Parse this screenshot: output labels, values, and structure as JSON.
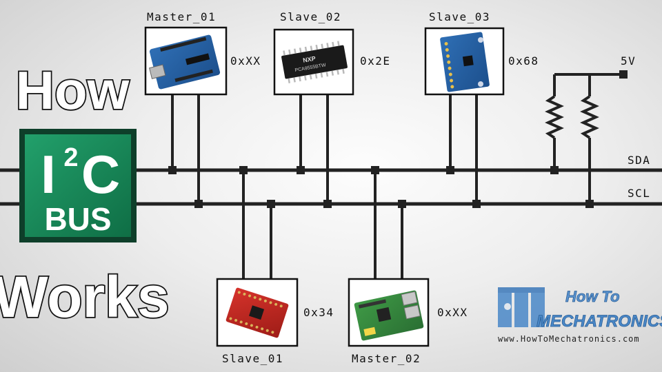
{
  "title": {
    "line1": "How",
    "line2": "Works"
  },
  "logo": {
    "i2c_letters": "I",
    "i2c_superscript": "2",
    "i2c_c": "C",
    "bus": "BUS"
  },
  "bus_lines": {
    "sda": "SDA",
    "scl": "SCL",
    "supply": "5V"
  },
  "devices": [
    {
      "name": "Master_01",
      "address": "0xXX"
    },
    {
      "name": "Slave_02",
      "address": "0x2E"
    },
    {
      "name": "Slave_03",
      "address": "0x68"
    },
    {
      "name": "Slave_01",
      "address": "0x34"
    },
    {
      "name": "Master_02",
      "address": "0xXX"
    }
  ],
  "chip_text": {
    "brand": "NXP",
    "part": "PCA9555BTW"
  },
  "watermark": {
    "line1": "How To",
    "line2": "MECHATRONICS",
    "url": "www.HowToMechatronics.com"
  },
  "colors": {
    "logo_green": "#1b8a5d",
    "logo_dark": "#0f5c3b",
    "watermark_blue": "#3b78b9",
    "wire": "#222222"
  }
}
